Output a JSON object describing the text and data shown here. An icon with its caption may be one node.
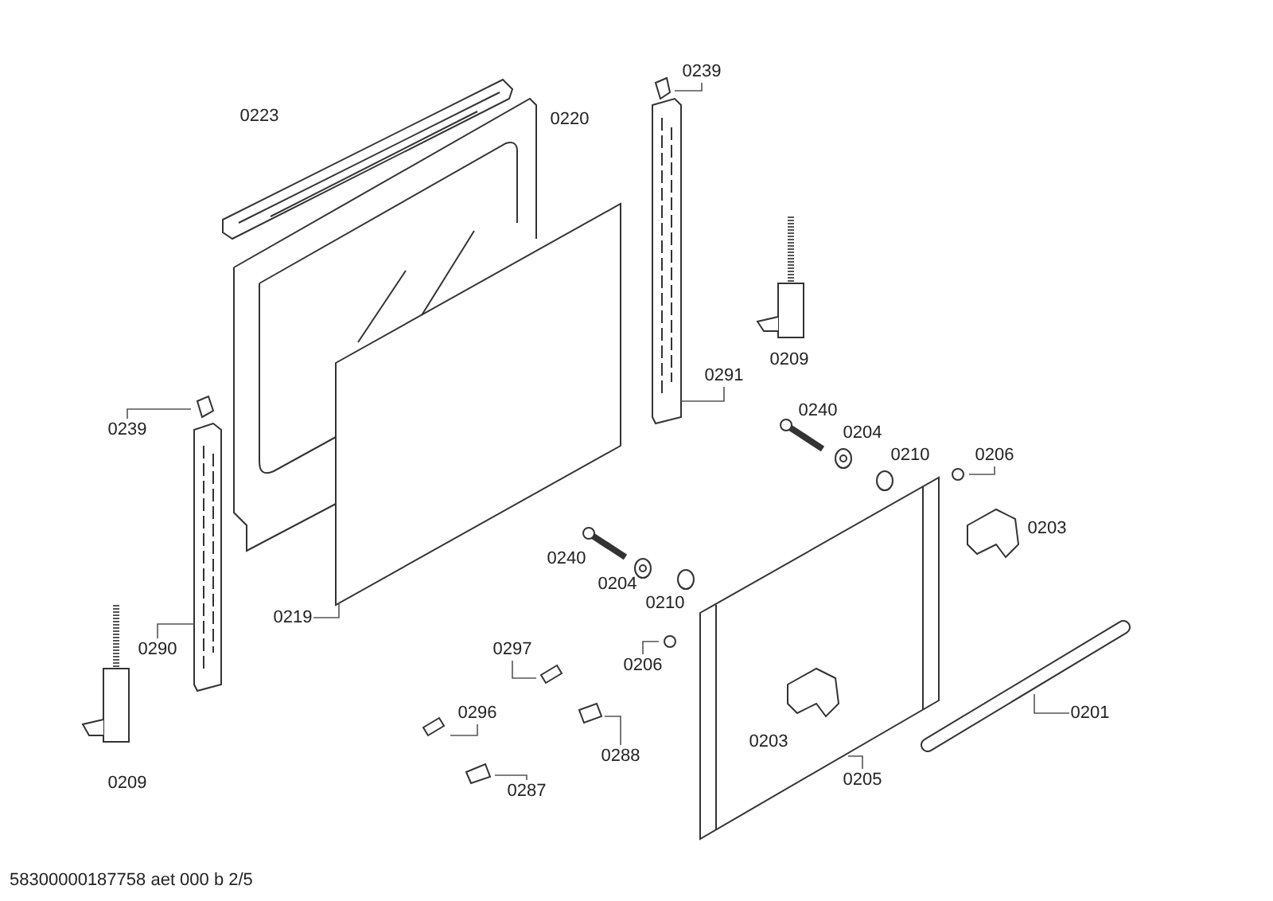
{
  "diagram": {
    "nodes": [
      {
        "text": [
          "0239"
        ]
      },
      {
        "text": [
          "0291"
        ]
      },
      {
        "text": [
          "0206"
        ]
      },
      {
        "text": [
          "0239"
        ]
      },
      {
        "text": [
          "0219"
        ]
      },
      {
        "text": [
          "0290"
        ]
      },
      {
        "text": [
          "0297"
        ]
      },
      {
        "text": [
          "0206"
        ]
      },
      {
        "text": [
          "0296"
        ]
      },
      {
        "text": [
          "0288"
        ]
      },
      {
        "text": [
          "0287"
        ]
      },
      {
        "text": [
          "0201"
        ]
      },
      {
        "text": [
          "0205"
        ]
      }
    ],
    "edges": [
      {
        "from": 0,
        "to": null,
        "arrow": "none"
      },
      {
        "from": 1,
        "to": null,
        "arrow": "none"
      },
      {
        "from": 2,
        "to": null,
        "arrow": "none"
      },
      {
        "from": 3,
        "to": null,
        "arrow": "none"
      },
      {
        "from": 4,
        "to": null,
        "arrow": "none"
      },
      {
        "from": 5,
        "to": null,
        "arrow": "none"
      },
      {
        "from": 6,
        "to": null,
        "arrow": "none"
      },
      {
        "from": 7,
        "to": null,
        "arrow": "none"
      },
      {
        "from": 8,
        "to": null,
        "arrow": "none"
      },
      {
        "from": 9,
        "to": null,
        "arrow": "none"
      },
      {
        "from": 10,
        "to": null,
        "arrow": "none"
      },
      {
        "from": 11,
        "to": null,
        "arrow": "none"
      },
      {
        "from": 12,
        "to": null,
        "arrow": "none"
      }
    ],
    "labels": [
      "0223",
      "0220",
      "0209",
      "0240",
      "0204",
      "0210",
      "0203",
      "0240",
      "0204",
      "0210",
      "0203",
      "0209",
      "58300000187758 aet 000 b 2/5"
    ]
  }
}
